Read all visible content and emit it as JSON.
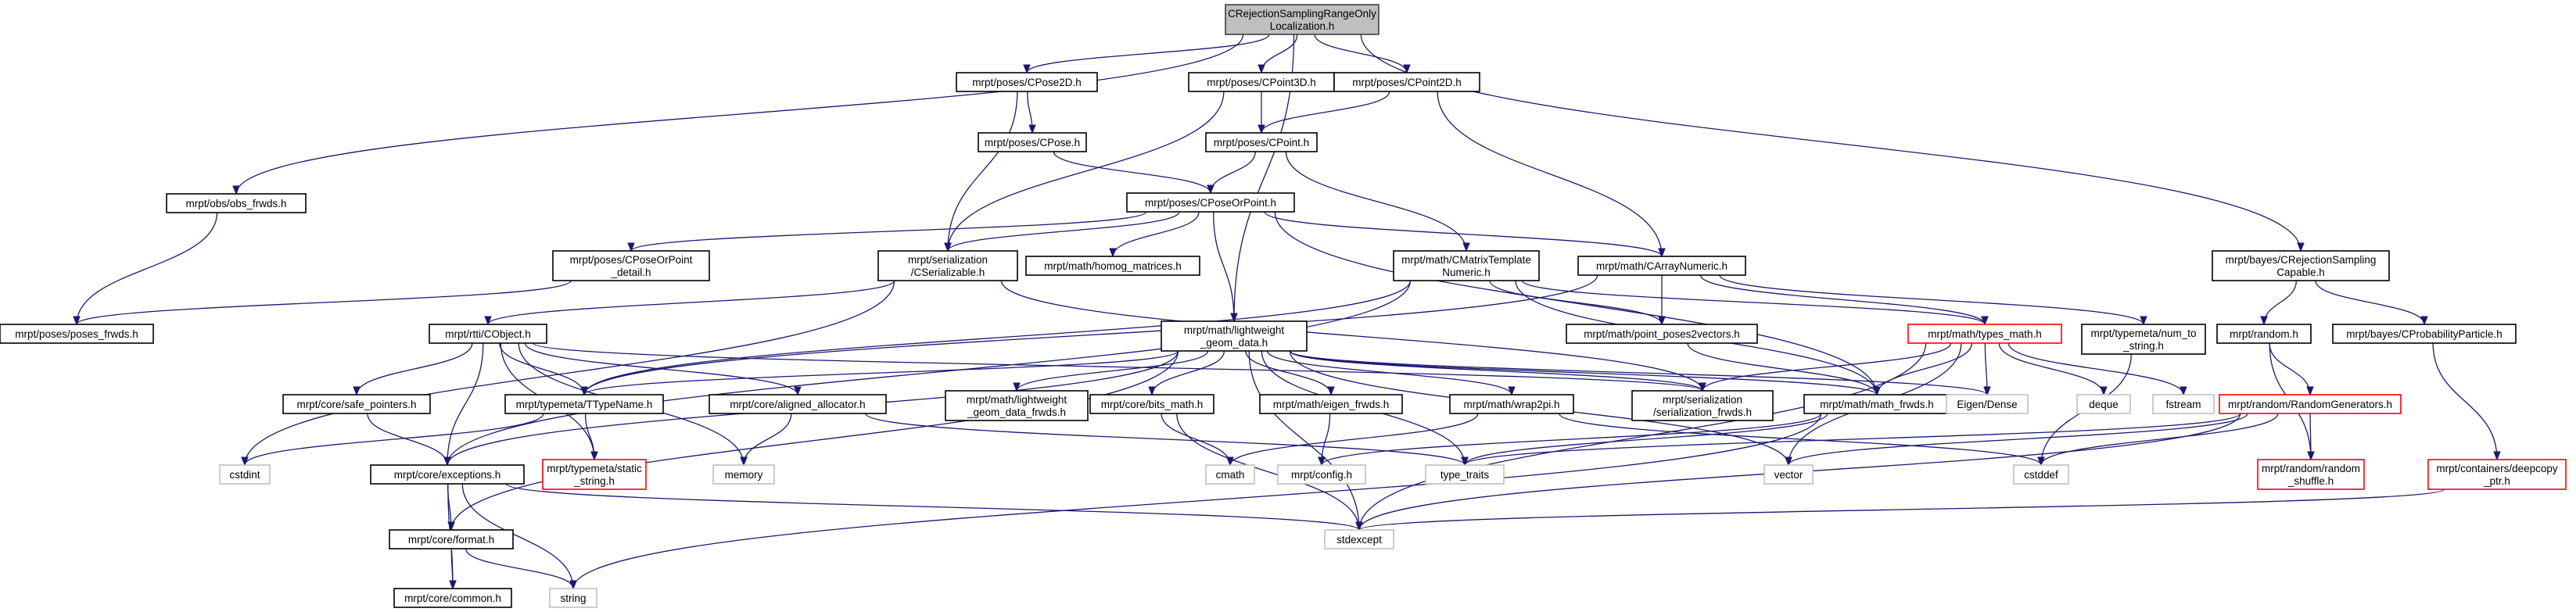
{
  "nodes": [
    {
      "id": "root",
      "lines": [
        "CRejectionSamplingRangeOnly",
        "Localization.h"
      ],
      "border": "root",
      "fill": "root"
    },
    {
      "id": "cpose2d",
      "lines": [
        "mrpt/poses/CPose2D.h"
      ],
      "border": "black"
    },
    {
      "id": "cpoint3d",
      "lines": [
        "mrpt/poses/CPoint3D.h"
      ],
      "border": "black"
    },
    {
      "id": "cpoint2d",
      "lines": [
        "mrpt/poses/CPoint2D.h"
      ],
      "border": "black"
    },
    {
      "id": "cpose",
      "lines": [
        "mrpt/poses/CPose.h"
      ],
      "border": "black"
    },
    {
      "id": "cpoint",
      "lines": [
        "mrpt/poses/CPoint.h"
      ],
      "border": "black"
    },
    {
      "id": "obsfrwds",
      "lines": [
        "mrpt/obs/obs_frwds.h"
      ],
      "border": "black"
    },
    {
      "id": "cposeorpoint",
      "lines": [
        "mrpt/poses/CPoseOrPoint.h"
      ],
      "border": "black"
    },
    {
      "id": "cposeorpointdetail",
      "lines": [
        "mrpt/poses/CPoseOrPoint",
        "_detail.h"
      ],
      "border": "black"
    },
    {
      "id": "cserializable",
      "lines": [
        "mrpt/serialization",
        "/CSerializable.h"
      ],
      "border": "black"
    },
    {
      "id": "homog",
      "lines": [
        "mrpt/math/homog_matrices.h"
      ],
      "border": "black"
    },
    {
      "id": "cmatrixtemplate",
      "lines": [
        "mrpt/math/CMatrixTemplate",
        "Numeric.h"
      ],
      "border": "black"
    },
    {
      "id": "carraynumeric",
      "lines": [
        "mrpt/math/CArrayNumeric.h"
      ],
      "border": "black"
    },
    {
      "id": "crejcapable",
      "lines": [
        "mrpt/bayes/CRejectionSampling",
        "Capable.h"
      ],
      "border": "black"
    },
    {
      "id": "posesfrwds",
      "lines": [
        "mrpt/poses/poses_frwds.h"
      ],
      "border": "black"
    },
    {
      "id": "cobject",
      "lines": [
        "mrpt/rtti/CObject.h"
      ],
      "border": "black"
    },
    {
      "id": "lightgeom",
      "lines": [
        "mrpt/math/lightweight",
        "_geom_data.h"
      ],
      "border": "black"
    },
    {
      "id": "pointposes2vectors",
      "lines": [
        "mrpt/math/point_poses2vectors.h"
      ],
      "border": "black"
    },
    {
      "id": "typesmath",
      "lines": [
        "mrpt/math/types_math.h"
      ],
      "border": "red"
    },
    {
      "id": "numtostring",
      "lines": [
        "mrpt/typemeta/num_to",
        "_string.h"
      ],
      "border": "black"
    },
    {
      "id": "randomh",
      "lines": [
        "mrpt/random.h"
      ],
      "border": "black"
    },
    {
      "id": "cprobparticle",
      "lines": [
        "mrpt/bayes/CProbabilityParticle.h"
      ],
      "border": "black"
    },
    {
      "id": "safepointers",
      "lines": [
        "mrpt/core/safe_pointers.h"
      ],
      "border": "black"
    },
    {
      "id": "alignedalloc",
      "lines": [
        "mrpt/core/aligned_allocator.h"
      ],
      "border": "black"
    },
    {
      "id": "ttypename",
      "lines": [
        "mrpt/typemeta/TTypeName.h"
      ],
      "border": "black"
    },
    {
      "id": "lightgeomfrwds",
      "lines": [
        "mrpt/math/lightweight",
        "_geom_data_frwds.h"
      ],
      "border": "black"
    },
    {
      "id": "bitsmath",
      "lines": [
        "mrpt/core/bits_math.h"
      ],
      "border": "black"
    },
    {
      "id": "eigenfrwds",
      "lines": [
        "mrpt/math/eigen_frwds.h"
      ],
      "border": "black"
    },
    {
      "id": "wrap2pi",
      "lines": [
        "mrpt/math/wrap2pi.h"
      ],
      "border": "black"
    },
    {
      "id": "serialfrwds",
      "lines": [
        "mrpt/serialization",
        "/serialization_frwds.h"
      ],
      "border": "black"
    },
    {
      "id": "mathfrwds",
      "lines": [
        "mrpt/math/math_frwds.h"
      ],
      "border": "black"
    },
    {
      "id": "eigendense",
      "lines": [
        "Eigen/Dense"
      ],
      "border": "gray"
    },
    {
      "id": "deque",
      "lines": [
        "deque"
      ],
      "border": "gray"
    },
    {
      "id": "fstream",
      "lines": [
        "fstream"
      ],
      "border": "gray"
    },
    {
      "id": "randgens",
      "lines": [
        "mrpt/random/RandomGenerators.h"
      ],
      "border": "red"
    },
    {
      "id": "cstdint",
      "lines": [
        "cstdint"
      ],
      "border": "gray"
    },
    {
      "id": "exceptions",
      "lines": [
        "mrpt/core/exceptions.h"
      ],
      "border": "black"
    },
    {
      "id": "staticstring",
      "lines": [
        "mrpt/typemeta/static",
        "_string.h"
      ],
      "border": "red"
    },
    {
      "id": "memory",
      "lines": [
        "memory"
      ],
      "border": "gray"
    },
    {
      "id": "cmath",
      "lines": [
        "cmath"
      ],
      "border": "gray"
    },
    {
      "id": "config",
      "lines": [
        "mrpt/config.h"
      ],
      "border": "gray"
    },
    {
      "id": "typetraits",
      "lines": [
        "type_traits"
      ],
      "border": "gray"
    },
    {
      "id": "vector",
      "lines": [
        "vector"
      ],
      "border": "gray"
    },
    {
      "id": "cstddef",
      "lines": [
        "cstddef"
      ],
      "border": "gray"
    },
    {
      "id": "randshuffle",
      "lines": [
        "mrpt/random/random",
        "_shuffle.h"
      ],
      "border": "red"
    },
    {
      "id": "deepcopy",
      "lines": [
        "mrpt/containers/deepcopy",
        "_ptr.h"
      ],
      "border": "red"
    },
    {
      "id": "format",
      "lines": [
        "mrpt/core/format.h"
      ],
      "border": "black"
    },
    {
      "id": "stdexcept",
      "lines": [
        "stdexcept"
      ],
      "border": "gray"
    },
    {
      "id": "common",
      "lines": [
        "mrpt/core/common.h"
      ],
      "border": "black"
    },
    {
      "id": "string",
      "lines": [
        "string"
      ],
      "border": "gray"
    }
  ],
  "edges": [
    [
      "root",
      "cpose2d"
    ],
    [
      "root",
      "cpoint3d"
    ],
    [
      "root",
      "cpoint2d"
    ],
    [
      "root",
      "obsfrwds"
    ],
    [
      "root",
      "lightgeom"
    ],
    [
      "root",
      "crejcapable"
    ],
    [
      "cpose2d",
      "cpose"
    ],
    [
      "cpose2d",
      "cserializable"
    ],
    [
      "cpoint3d",
      "cpoint"
    ],
    [
      "cpoint3d",
      "cserializable"
    ],
    [
      "cpoint2d",
      "cpoint"
    ],
    [
      "cpoint2d",
      "carraynumeric"
    ],
    [
      "cpose",
      "cposeorpoint"
    ],
    [
      "cpoint",
      "cposeorpoint"
    ],
    [
      "cpoint",
      "cmatrixtemplate"
    ],
    [
      "obsfrwds",
      "posesfrwds"
    ],
    [
      "cposeorpoint",
      "cposeorpointdetail"
    ],
    [
      "cposeorpoint",
      "cserializable"
    ],
    [
      "cposeorpoint",
      "homog"
    ],
    [
      "cposeorpoint",
      "carraynumeric"
    ],
    [
      "cposeorpoint",
      "lightgeom"
    ],
    [
      "cposeorpoint",
      "mathfrwds"
    ],
    [
      "cposeorpointdetail",
      "posesfrwds"
    ],
    [
      "cserializable",
      "cobject"
    ],
    [
      "cserializable",
      "cstdint"
    ],
    [
      "cserializable",
      "serialfrwds"
    ],
    [
      "cmatrixtemplate",
      "typesmath"
    ],
    [
      "cmatrixtemplate",
      "ttypename"
    ],
    [
      "cmatrixtemplate",
      "pointposes2vectors"
    ],
    [
      "cmatrixtemplate",
      "exceptions"
    ],
    [
      "cmatrixtemplate",
      "mathfrwds"
    ],
    [
      "carraynumeric",
      "typesmath"
    ],
    [
      "carraynumeric",
      "numtostring"
    ],
    [
      "carraynumeric",
      "pointposes2vectors"
    ],
    [
      "carraynumeric",
      "ttypename"
    ],
    [
      "crejcapable",
      "randomh"
    ],
    [
      "crejcapable",
      "cprobparticle"
    ],
    [
      "cobject",
      "safepointers"
    ],
    [
      "cobject",
      "alignedalloc"
    ],
    [
      "cobject",
      "ttypename"
    ],
    [
      "cobject",
      "staticstring"
    ],
    [
      "cobject",
      "memory"
    ],
    [
      "cobject",
      "exceptions"
    ],
    [
      "cobject",
      "serialfrwds"
    ],
    [
      "lightgeom",
      "ttypename"
    ],
    [
      "lightgeom",
      "lightgeomfrwds"
    ],
    [
      "lightgeom",
      "bitsmath"
    ],
    [
      "lightgeom",
      "eigenfrwds"
    ],
    [
      "lightgeom",
      "wrap2pi"
    ],
    [
      "lightgeom",
      "serialfrwds"
    ],
    [
      "lightgeom",
      "mathfrwds"
    ],
    [
      "lightgeom",
      "eigendense"
    ],
    [
      "lightgeom",
      "exceptions"
    ],
    [
      "lightgeom",
      "typetraits"
    ],
    [
      "lightgeom",
      "vector"
    ],
    [
      "lightgeom",
      "stdexcept"
    ],
    [
      "lightgeom",
      "format"
    ],
    [
      "pointposes2vectors",
      "mathfrwds"
    ],
    [
      "typesmath",
      "eigendense"
    ],
    [
      "typesmath",
      "deque"
    ],
    [
      "typesmath",
      "fstream"
    ],
    [
      "typesmath",
      "mathfrwds"
    ],
    [
      "typesmath",
      "serialfrwds"
    ],
    [
      "typesmath",
      "vector"
    ],
    [
      "typesmath",
      "stdexcept"
    ],
    [
      "numtostring",
      "cstddef"
    ],
    [
      "randomh",
      "randgens"
    ],
    [
      "randomh",
      "randshuffle"
    ],
    [
      "cprobparticle",
      "deepcopy"
    ],
    [
      "safepointers",
      "exceptions"
    ],
    [
      "alignedalloc",
      "memory"
    ],
    [
      "alignedalloc",
      "typetraits"
    ],
    [
      "ttypename",
      "staticstring"
    ],
    [
      "ttypename",
      "cstdint"
    ],
    [
      "bitsmath",
      "cmath"
    ],
    [
      "bitsmath",
      "stdexcept"
    ],
    [
      "eigenfrwds",
      "config"
    ],
    [
      "wrap2pi",
      "cmath"
    ],
    [
      "wrap2pi",
      "cstddef"
    ],
    [
      "mathfrwds",
      "config"
    ],
    [
      "mathfrwds",
      "typetraits"
    ],
    [
      "mathfrwds",
      "string"
    ],
    [
      "randgens",
      "randshuffle"
    ],
    [
      "randgens",
      "typetraits"
    ],
    [
      "randgens",
      "vector"
    ],
    [
      "randgens",
      "cstddef"
    ],
    [
      "randgens",
      "stdexcept"
    ],
    [
      "deepcopy",
      "stdexcept"
    ],
    [
      "exceptions",
      "format"
    ],
    [
      "exceptions",
      "common"
    ],
    [
      "exceptions",
      "stdexcept"
    ],
    [
      "exceptions",
      "string"
    ],
    [
      "format",
      "common"
    ],
    [
      "format",
      "string"
    ]
  ],
  "colors": {
    "edge": "#191970",
    "black_border": "#000000",
    "red_border": "#ff0000",
    "gray_border": "#bfbfbf",
    "root_fill": "#bfbfbf",
    "root_border": "#404040",
    "node_fill": "#ffffff"
  }
}
